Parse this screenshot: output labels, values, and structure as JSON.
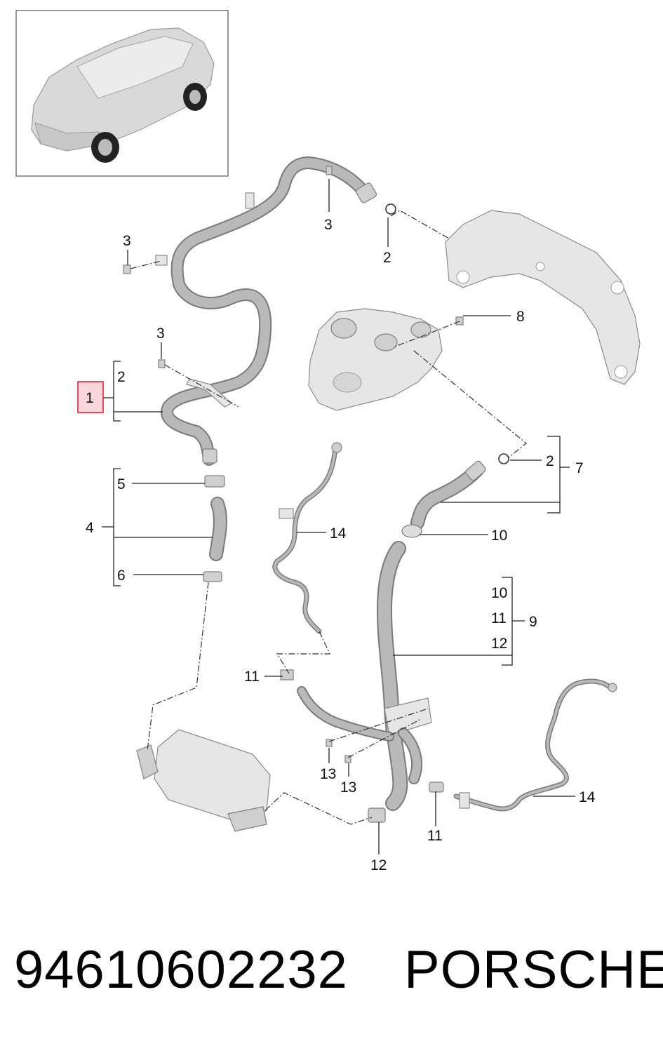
{
  "callouts": {
    "c1": "1",
    "c2a": "2",
    "c2b": "2",
    "c2c": "2",
    "c3a": "3",
    "c3b": "3",
    "c3c": "3",
    "c4": "4",
    "c5": "5",
    "c6": "6",
    "c7": "7",
    "c8": "8",
    "c9": "9",
    "c10a": "10",
    "c10b": "10",
    "c11a": "11",
    "c11b": "11",
    "c11c": "11",
    "c12a": "12",
    "c12b": "12",
    "c13a": "13",
    "c13b": "13",
    "c14a": "14",
    "c14b": "14"
  },
  "footer": {
    "part_number": "94610602232",
    "brand": "PORSCHE"
  },
  "colors": {
    "highlight_fill": "#f9d6d9",
    "highlight_border": "#d9263a",
    "part_gray": "#e6e6e6",
    "line": "#222222"
  }
}
